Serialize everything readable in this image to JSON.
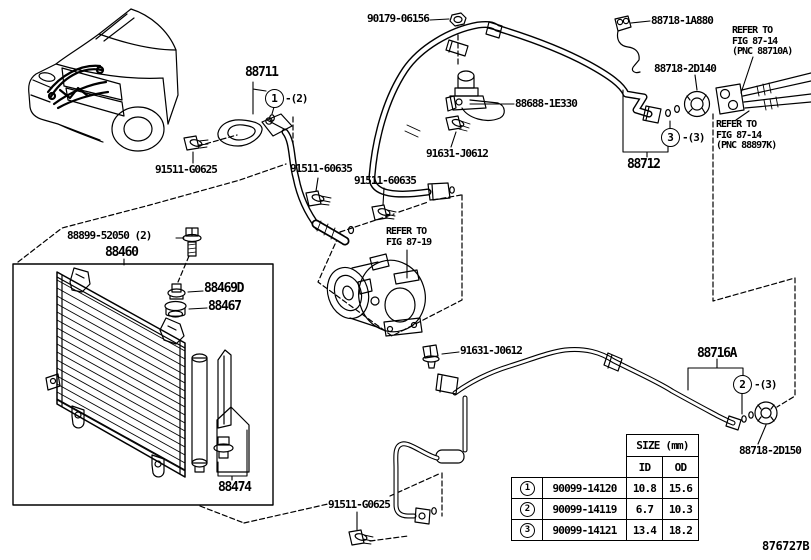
{
  "diagram": {
    "code": "876727B",
    "labels": {
      "p90179_06156": "90179-06156",
      "p88718_1a880": "88718-1A880",
      "refer_88710a": "REFER TO\nFIG 87-14\n(PNC 88710A)",
      "p88711": "88711",
      "p88718_2d140": "88718-2D140",
      "p88688_1e330": "88688-1E330",
      "p91631_j0612": "91631-J0612",
      "refer_88897k": "REFER TO\nFIG 87-14\n(PNC 88897K)",
      "p88712": "88712",
      "p91511_g0625": "91511-G0625",
      "p91511_60635": "91511-60635",
      "refer_8719": "REFER TO\nFIG 87-19",
      "p88899_52050": "88899-52050 (2)",
      "p88460": "88460",
      "p88469d": "88469D",
      "p88467": "88467",
      "p88716a": "88716A",
      "p88718_2d150": "88718-2D150",
      "p88474": "88474"
    },
    "callouts": {
      "c1": {
        "num": "1",
        "qty": "-(2)"
      },
      "c2": {
        "num": "2",
        "qty": "-(3)"
      },
      "c3": {
        "num": "3",
        "qty": "-(3)"
      }
    }
  },
  "size_table": {
    "header": "SIZE (mm)",
    "col_id": "ID",
    "col_od": "OD",
    "rows": [
      {
        "num": "1",
        "part": "90099-14120",
        "id_mm": "10.8",
        "od_mm": "15.6"
      },
      {
        "num": "2",
        "part": "90099-14119",
        "id_mm": "6.7",
        "od_mm": "10.3"
      },
      {
        "num": "3",
        "part": "90099-14121",
        "id_mm": "13.4",
        "od_mm": "18.2"
      }
    ]
  },
  "colors": {
    "line": "#000000",
    "background": "#ffffff"
  }
}
